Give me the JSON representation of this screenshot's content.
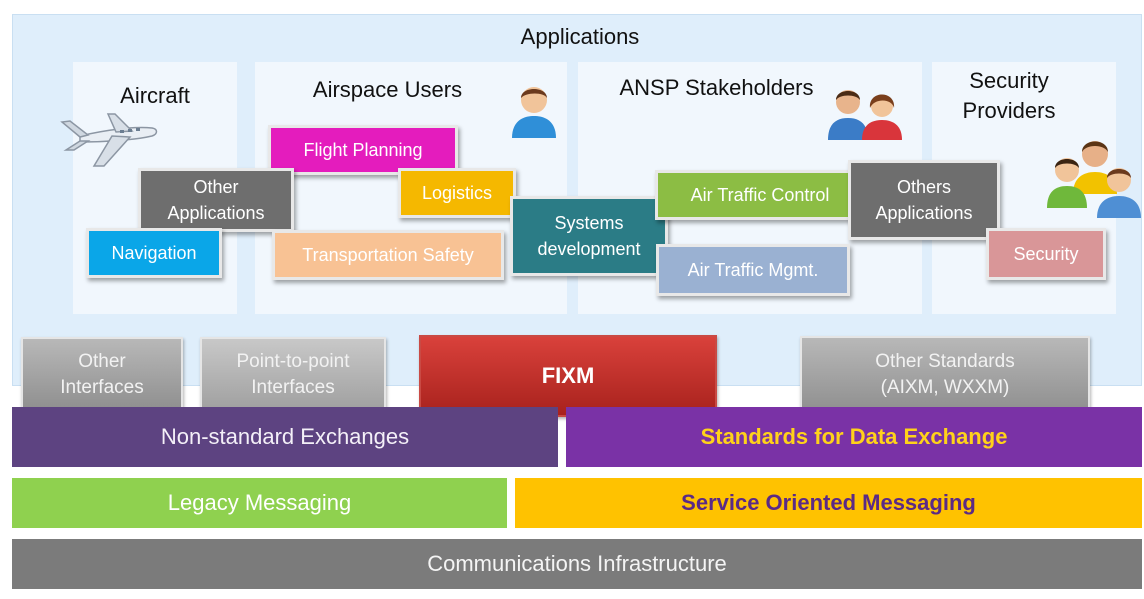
{
  "applications": {
    "title": "Applications",
    "columns": {
      "aircraft": "Aircraft",
      "airspace_users": "Airspace Users",
      "ansp": "ANSP Stakeholders",
      "security_providers": "Security\nProviders"
    },
    "boxes": {
      "flight_planning": "Flight Planning",
      "logistics": "Logistics",
      "other_applications": "Other\nApplications",
      "navigation": "Navigation",
      "transportation_safety": "Transportation Safety",
      "systems_development": "Systems\ndevelopment",
      "air_traffic_control": "Air Traffic Control",
      "others_applications": "Others\nApplications",
      "air_traffic_mgmt": "Air Traffic Mgmt.",
      "security": "Security"
    }
  },
  "interfaces": {
    "other_interfaces": "Other\nInterfaces",
    "point_to_point": "Point-to-point\nInterfaces",
    "fixm": "FIXM",
    "other_standards": "Other Standards\n(AIXM, WXXM)"
  },
  "layers": {
    "non_standard": "Non-standard Exchanges",
    "standards": "Standards for Data Exchange",
    "legacy": "Legacy Messaging",
    "soa": "Service Oriented Messaging",
    "comms": "Communications Infrastructure"
  },
  "icons": [
    "airplane-icon",
    "person-icon",
    "people-pair-icon",
    "people-group-icon"
  ],
  "colors": {
    "flight_planning": "#e41cbd",
    "logistics": "#f5b800",
    "navigation": "#0aa6e8",
    "transportation_safety": "#f8c294",
    "systems_development": "#2b7c86",
    "air_traffic_control": "#8cbd44",
    "air_traffic_mgmt": "#9ab1d2",
    "security": "#d99698",
    "fixm": "#c0302a",
    "non_standard": "#5d4381",
    "standards": "#7a32a6",
    "legacy": "#8fd14f",
    "soa": "#ffc200",
    "comms": "#7b7b7b"
  }
}
